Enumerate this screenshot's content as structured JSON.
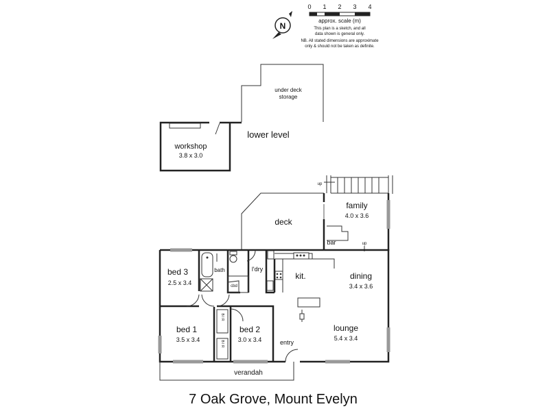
{
  "scale": {
    "ticks": [
      "0",
      "1",
      "2",
      "3",
      "4"
    ],
    "label": "approx. scale (m)",
    "note": [
      "This plan is a sketch, and all",
      "data shown is general only.",
      "NB. All stated dimensions are approximate",
      "only & should not be taken as definite."
    ]
  },
  "compass": {
    "letter": "N"
  },
  "lower": {
    "storage": [
      "under deck",
      "storage"
    ],
    "workshop": "workshop",
    "workshop_dim": "3.8 x 3.0",
    "level": "lower level"
  },
  "rooms": {
    "family": "family",
    "family_dim": "4.0 x 3.6",
    "deck": "deck",
    "bar": "bar",
    "up1": "up",
    "up2": "up",
    "bed3": "bed 3",
    "bed3_dim": "2.5 x 3.4",
    "bath": "bath",
    "cbd": "cbd",
    "ldry": "l'dry",
    "kit": "kit.",
    "dining": "dining",
    "dining_dim": "3.4 x 3.6",
    "bed1": "bed 1",
    "bed1_dim": "3.5 x 3.4",
    "bed2": "bed 2",
    "bed2_dim": "3.0 x 3.4",
    "bir": "B I R",
    "entry": "entry",
    "lounge": "lounge",
    "lounge_dim": "5.4 x 3.4",
    "verandah": "verandah"
  },
  "address": "7 Oak Grove, Mount Evelyn"
}
